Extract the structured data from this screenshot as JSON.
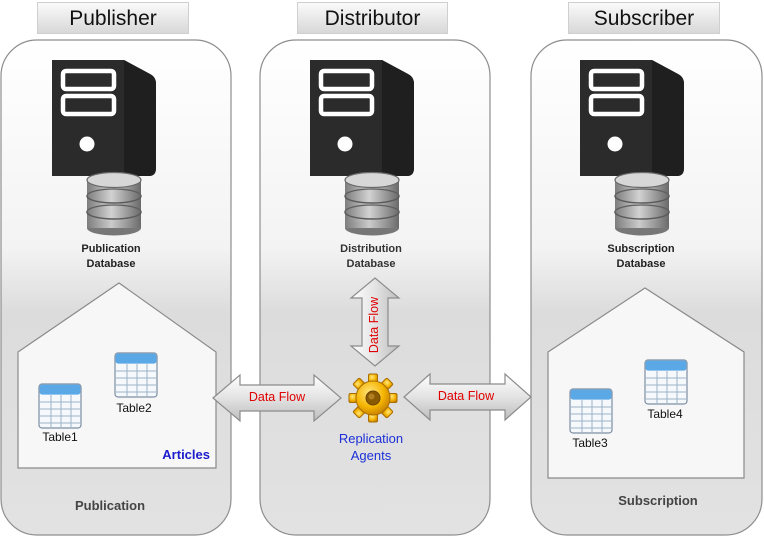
{
  "columns": {
    "publisher": {
      "title": "Publisher",
      "database": [
        "Publication",
        "Database"
      ],
      "section": "Publication",
      "tables": [
        "Table1",
        "Table2"
      ],
      "articles": "Articles"
    },
    "distributor": {
      "title": "Distributor",
      "database": [
        "Distribution",
        "Database"
      ],
      "agents": [
        "Replication",
        "Agents"
      ]
    },
    "subscriber": {
      "title": "Subscriber",
      "database": [
        "Subscription",
        "Database"
      ],
      "section": "Subscription",
      "tables": [
        "Table3",
        "Table4"
      ]
    }
  },
  "flows": {
    "left": "Data Flow",
    "vertical": "Data Flow",
    "right": "Data Flow"
  },
  "icons": [
    "server-icon",
    "database-icon",
    "table-icon",
    "gear-icon"
  ],
  "colors": {
    "flow_text": "#e00000",
    "agents_text": "#1c2fd8",
    "articles_text": "#1c1ccc",
    "server": "#2b2b2b",
    "gear": "#f0a800"
  }
}
